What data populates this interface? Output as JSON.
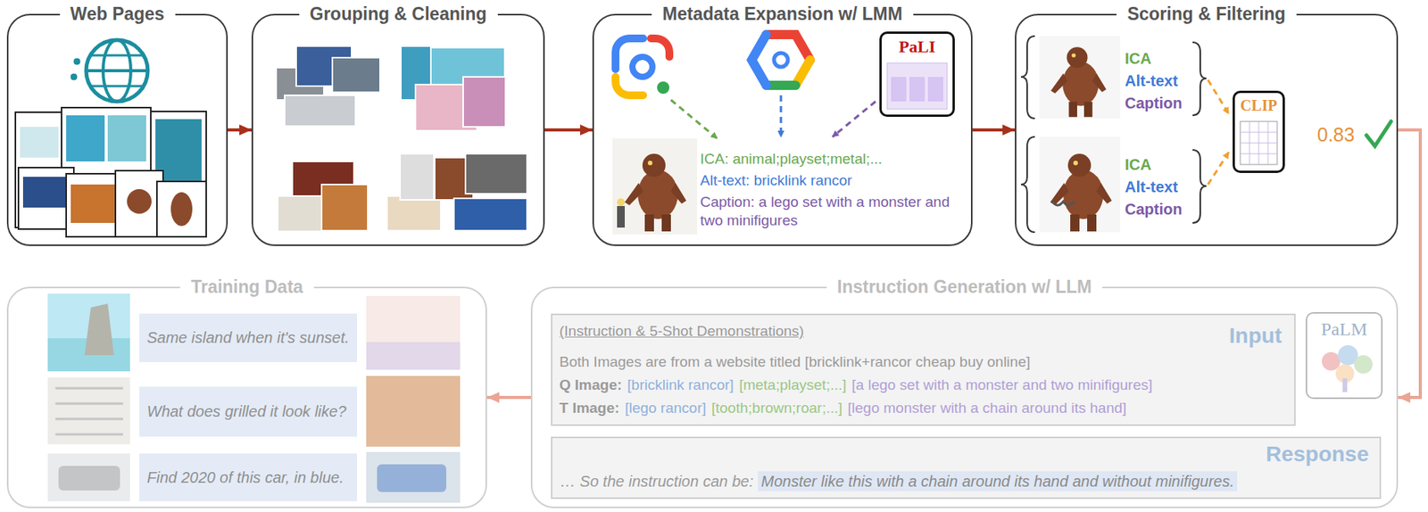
{
  "diagram": {
    "nodes": [
      {
        "text": [
          "Web Pages"
        ]
      },
      {
        "text": [
          "Grouping & Cleaning"
        ]
      },
      {
        "text": [
          "Metadata Expansion w/ LMM"
        ]
      },
      {
        "text": [
          "PaLI"
        ],
        "in": 2
      },
      {
        "text": [
          "Scoring & Filtering"
        ]
      },
      {
        "text": [
          "CLIP"
        ],
        "in": 4
      },
      {
        "text": [
          "Training Data"
        ]
      },
      {
        "text": [
          "Same island when it's sunset."
        ],
        "in": 6
      },
      {
        "text": [
          "What does grilled it look like?"
        ],
        "in": 6
      },
      {
        "text": [
          "Find 2020 of this car, in blue."
        ],
        "in": 6
      },
      {
        "text": [
          "Instruction Generation w/ LLM"
        ]
      },
      {
        "text": [
          "(Instruction & 5-Shot Demonstrations)",
          "Input",
          "Both Images are from a website titled [bricklink+rancor cheap buy online]",
          "Q Image:",
          "[bricklink rancor]",
          "[meta;playset;...]",
          "[a lego set with a monster and two minifigures]",
          "T Image:",
          "[lego rancor]",
          "[tooth;brown;roar;...]",
          "[lego monster with a chain around its hand]"
        ],
        "in": 10
      },
      {
        "text": [
          "Response",
          "… So the instruction can be:",
          "Monster like this with a chain around its hand and without minifigures."
        ],
        "in": 10
      },
      {
        "text": [
          "PaLM"
        ],
        "in": 10
      }
    ],
    "edges": [
      {
        "from": 0,
        "to": 1,
        "arrow": "to"
      },
      {
        "from": 1,
        "to": 2,
        "arrow": "to"
      },
      {
        "from": 2,
        "to": 4,
        "arrow": "to"
      },
      {
        "from": 4,
        "to": 10,
        "arrow": "to"
      },
      {
        "from": 10,
        "to": 6,
        "arrow": "to"
      }
    ],
    "labels": [
      "ICA: animal;playset;metal;...",
      "Alt-text: bricklink rancor",
      "Caption: a lego set with a monster and two minifigures",
      "ICA",
      "Alt-text",
      "Caption",
      "ICA",
      "Alt-text",
      "Caption",
      "0.83"
    ]
  }
}
